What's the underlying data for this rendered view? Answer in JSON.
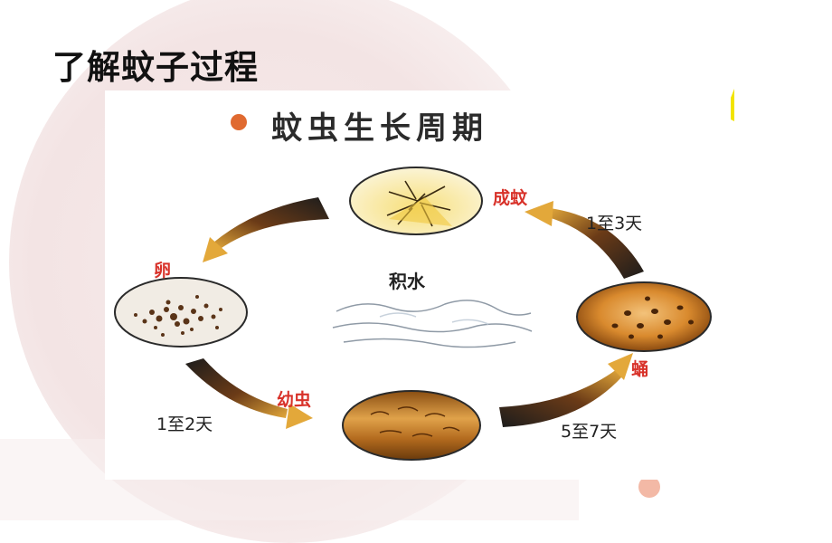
{
  "slide": {
    "title": "了解蚊子过程"
  },
  "figure": {
    "title": "蚊虫生长周期",
    "center_label": "积水",
    "stages": [
      {
        "name": "成蚊",
        "duration_to_next": ""
      },
      {
        "name": "卵",
        "duration_to_next": "1至2天"
      },
      {
        "name": "幼虫",
        "duration_to_next": "5至7天"
      },
      {
        "name": "蛹",
        "duration_to_next": "1至3天"
      }
    ],
    "durations": {
      "egg_to_larva": "1至2天",
      "larva_to_pupa": "5至7天",
      "pupa_to_adult": "1至3天"
    }
  },
  "colors": {
    "title_dot": "#e06a30",
    "stage_label": "#d8322a",
    "arrow_head": "#e3a83a",
    "arrow_tail": "#1c1c1c"
  }
}
